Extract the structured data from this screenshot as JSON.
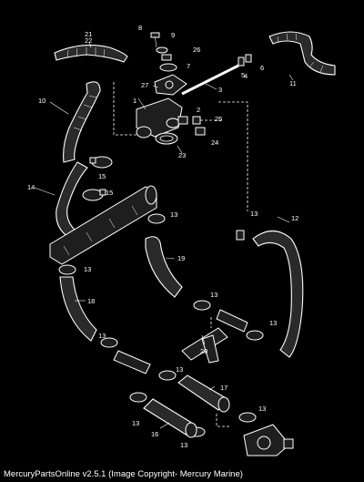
{
  "labels": [
    "1",
    "2",
    "3",
    "4",
    "5",
    "6",
    "7",
    "8",
    "9",
    "10",
    "11",
    "12",
    "13",
    "14",
    "15",
    "16",
    "17",
    "18",
    "19",
    "20",
    "21",
    "22",
    "23",
    "24",
    "25",
    "26",
    "27"
  ],
  "footer": "MercuryPartsOnline v2.5.1 (Image Copyright- Mercury Marine)"
}
